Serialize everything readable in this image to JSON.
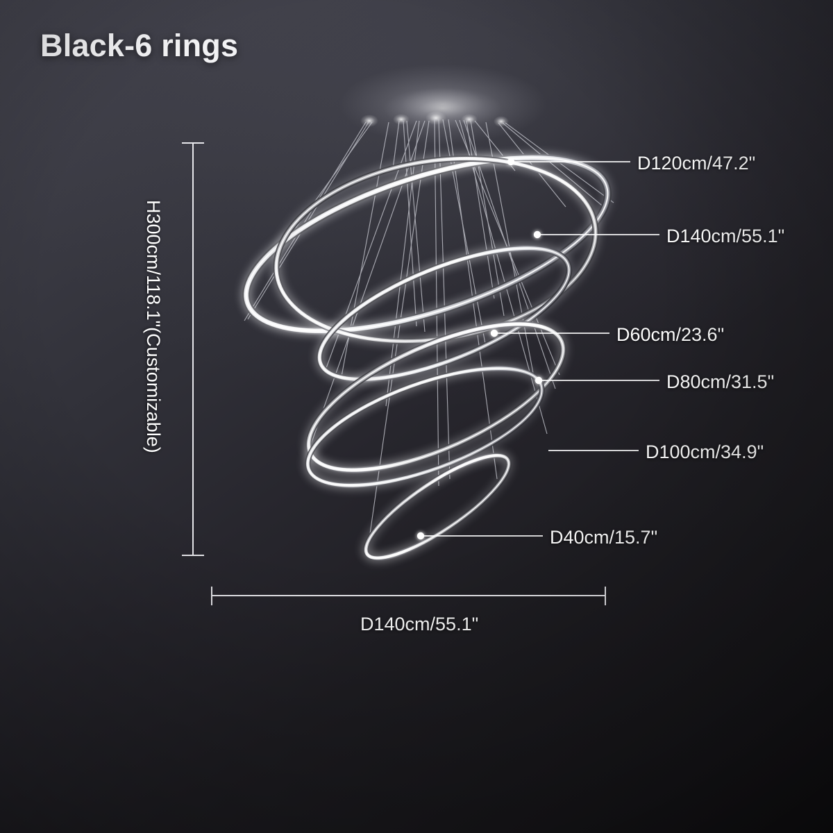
{
  "product": {
    "title": "Black-6 rings"
  },
  "dimensions": {
    "height": "H300cm/118.1\"(Customizable)",
    "overall_width": "D140cm/55.1\"",
    "rings": [
      {
        "id": "ring-d120",
        "label": "D120cm/47.2\""
      },
      {
        "id": "ring-d140",
        "label": "D140cm/55.1\""
      },
      {
        "id": "ring-d60",
        "label": "D60cm/23.6\""
      },
      {
        "id": "ring-d80",
        "label": "D80cm/31.5\""
      },
      {
        "id": "ring-d100",
        "label": "D100cm/34.9\""
      },
      {
        "id": "ring-d40",
        "label": "D40cm/15.7\""
      }
    ]
  },
  "colors": {
    "background_top": "#43434d",
    "background_bottom": "#131215",
    "text": "#ffffff",
    "led_glow": "#ffffff",
    "dimension_line": "#e8e8ec"
  },
  "chart_data": {
    "type": "diagram",
    "title": "Black-6 rings",
    "subject": "6-ring LED pendant chandelier dimension diagram",
    "ring_diameters_cm": [
      140,
      120,
      100,
      80,
      60,
      40
    ],
    "ring_diameters_in": [
      55.1,
      47.2,
      34.9,
      31.5,
      23.6,
      15.7
    ],
    "total_height_cm": 300,
    "total_height_in": 118.1,
    "height_customizable": true,
    "overall_width_cm": 140,
    "overall_width_in": 55.1
  }
}
